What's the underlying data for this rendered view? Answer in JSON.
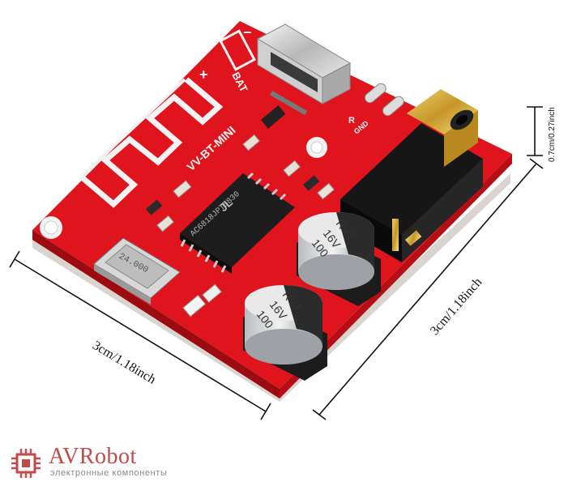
{
  "product": {
    "board_label": "VV-BT-MINI",
    "pins_label": "BAT",
    "plus_sign": "+",
    "minus_sign": "−",
    "chip_brand": "JL",
    "chip_marking": "AC6818JPT5830",
    "crystal_label": "24.000",
    "jack_labels": [
      "R",
      "GND"
    ]
  },
  "capacitors": [
    {
      "line1": "100",
      "line2": "16V",
      "line3": "RVT"
    },
    {
      "line1": "100",
      "line2": "16V",
      "line3": "RVT"
    }
  ],
  "dimensions": {
    "width_label": "3cm/1.18inch",
    "depth_label": "3cm/1.18inch",
    "height_label": "0.7cm/0.27inch"
  },
  "brand": {
    "name": "AVRobot",
    "tagline": "электронные компоненты"
  },
  "colors": {
    "pcb": "#e0141c",
    "pcb_dark": "#b70d14",
    "silk": "#f3f3f3",
    "brand": "#c44a4a"
  }
}
